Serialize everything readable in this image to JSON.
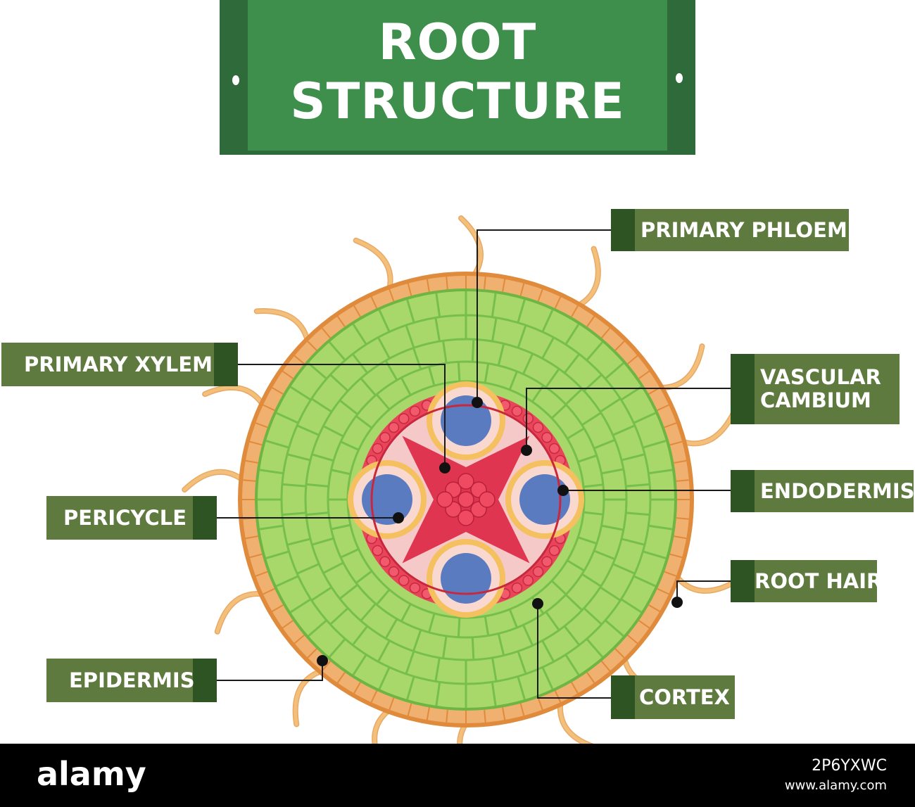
{
  "title": {
    "line1": "ROOT",
    "line2": "STRUCTURE"
  },
  "labels": {
    "primary_phloem": "PRIMARY PHLOEM",
    "primary_xylem": "PRIMARY XYLEM",
    "vascular_cambium": "VASCULAR\nCAMBIUM",
    "endodermis": "ENDODERMIS",
    "pericycle": "PERICYCLE",
    "root_hair": "ROOT HAIR",
    "epidermis": "EPIDERMIS",
    "cortex": "CORTEX"
  },
  "watermark": {
    "logo": "alamy",
    "image_id": "2P6YXWC",
    "site": "www.alamy.com"
  },
  "colors": {
    "banner_dark": "#2f6b3a",
    "banner": "#3e8e4c",
    "label_bg": "#5e7a3e",
    "label_tab": "#2f5424",
    "epidermis": "#f0b070",
    "cortex": "#a8d86a",
    "endodermis": "#e8455a",
    "xylem": "#e03550",
    "phloem": "#5b7bc0",
    "pericycle": "#f5c060",
    "root_hair": "#f3c07c"
  }
}
